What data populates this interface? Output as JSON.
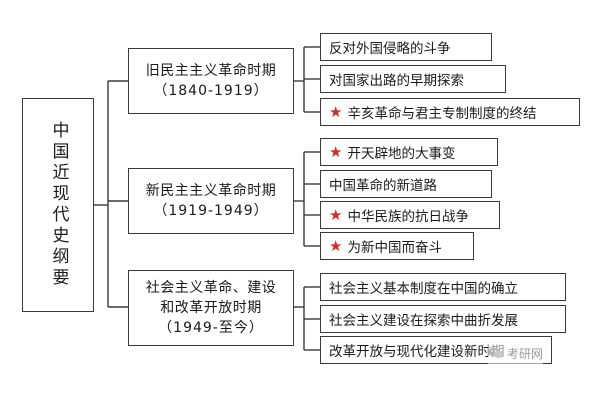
{
  "root": {
    "title": "中国近现代史纲要"
  },
  "branches": [
    {
      "period": "旧民主主义革命时期",
      "range": "（1840-1919）",
      "items": [
        {
          "text": "反对外国侵略的斗争",
          "key_point": false
        },
        {
          "text": "对国家出路的早期探索",
          "key_point": false
        },
        {
          "text": "辛亥革命与君主专制制度的终结",
          "key_point": true
        }
      ]
    },
    {
      "period": "新民主主义革命时期",
      "range": "（1919-1949）",
      "items": [
        {
          "text": "开天辟地的大事变",
          "key_point": true
        },
        {
          "text": "中国革命的新道路",
          "key_point": false
        },
        {
          "text": "中华民族的抗日战争",
          "key_point": true
        },
        {
          "text": "为新中国而奋斗",
          "key_point": true
        }
      ]
    },
    {
      "period_line1": "社会主义革命、建设",
      "period_line2": "和改革开放时期",
      "range": "（1949-至今）",
      "items": [
        {
          "text": "社会主义基本制度在中国的确立",
          "key_point": false
        },
        {
          "text": "社会主义建设在探索中曲折发展",
          "key_point": false
        },
        {
          "text": "改革开放与现代化建设新时期",
          "key_point": false
        }
      ]
    }
  ],
  "star_glyph": "★",
  "star_color": "#d22b2b",
  "watermark": {
    "text": "考研网",
    "icon": "wechat-icon"
  }
}
